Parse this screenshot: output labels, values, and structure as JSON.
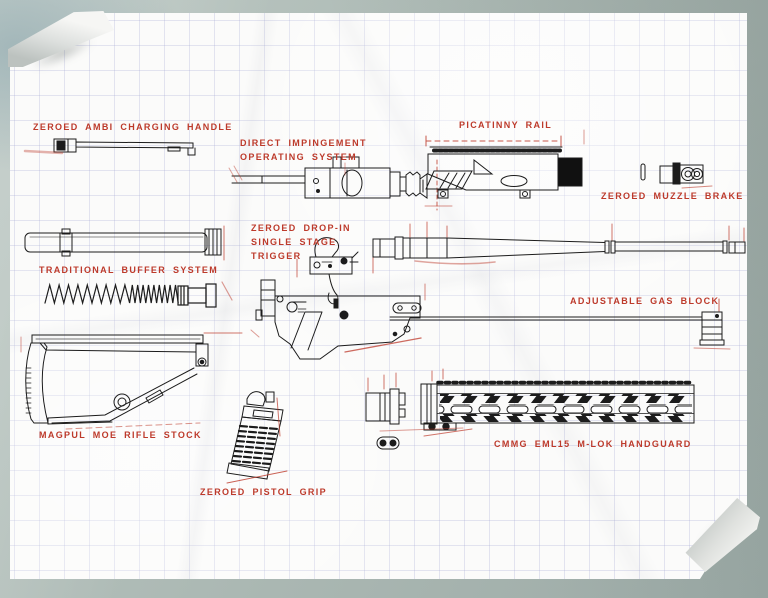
{
  "scene": {
    "kind": "exploded rifle parts blueprint on crumpled graph paper",
    "paper_color": "#fbfbfa",
    "grid_color": "#a8acd4",
    "ink_color": "#1c1c1c",
    "accent_color": "#bd3a2b",
    "backdrop_color": "#aab7b2"
  },
  "labels": {
    "charging_handle": "ZEROED AMBI CHARGING HANDLE",
    "operating_system": {
      "line1": "DIRECT IMPINGEMENT",
      "line2": "OPERATING SYSTEM"
    },
    "picatinny_rail": "PICATINNY RAIL",
    "muzzle_brake": "ZEROED MUZZLE BRAKE",
    "buffer_system": "TRADITIONAL BUFFER SYSTEM",
    "trigger": {
      "line1": "ZEROED DROP-IN",
      "line2": "SINGLE STAGE",
      "line3": "TRIGGER"
    },
    "gas_block": "ADJUSTABLE GAS BLOCK",
    "rifle_stock": "MAGPUL MOE RIFLE STOCK",
    "pistol_grip": "ZEROED PISTOL GRIP",
    "handguard": "CMMG EML15 M-LOK HANDGUARD"
  }
}
